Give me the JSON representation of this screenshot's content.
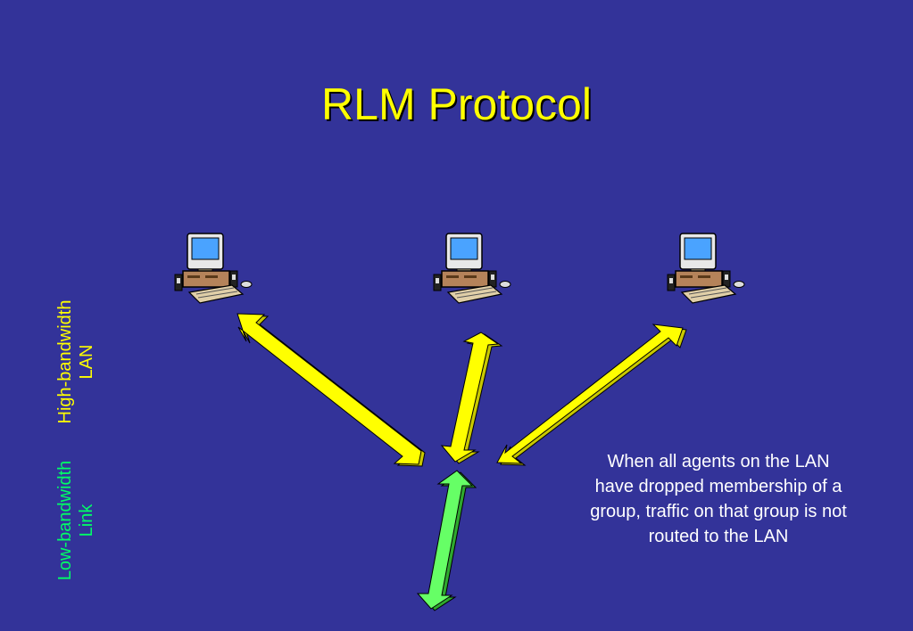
{
  "slide": {
    "title": "RLM Protocol",
    "labels": {
      "high": [
        "High-bandwidth",
        "LAN"
      ],
      "low": [
        "Low-bandwidth",
        "Link"
      ]
    },
    "note": "When all agents on the LAN have dropped membership of a group, traffic on that group is not routed to the LAN"
  },
  "colors": {
    "background": "#333399",
    "title": "#ffff00",
    "high_link": "#ffff00",
    "low_link": "#66ff66",
    "note": "#ffffff"
  },
  "icons": {
    "computer": "computer-icon"
  }
}
